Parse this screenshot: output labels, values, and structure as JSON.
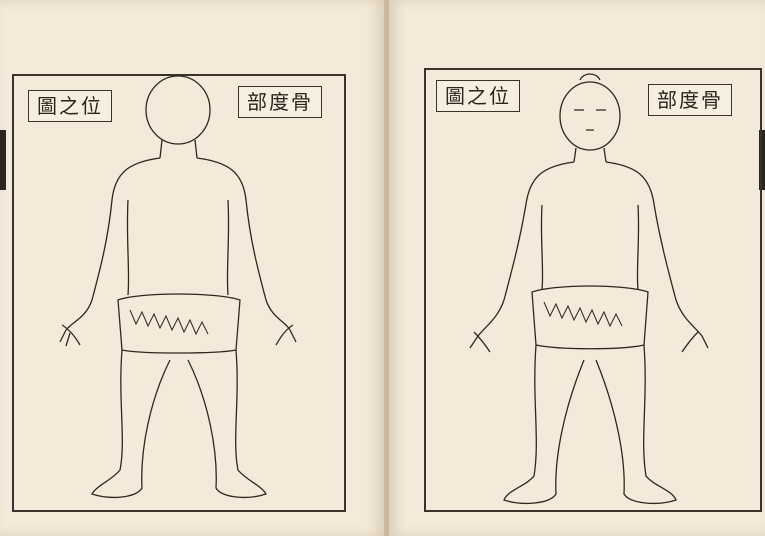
{
  "left_page": {
    "captions": {
      "left": "圖之位",
      "right": "部度骨"
    }
  },
  "right_page": {
    "captions": {
      "left": "圖之位",
      "right": "部度骨"
    }
  }
}
